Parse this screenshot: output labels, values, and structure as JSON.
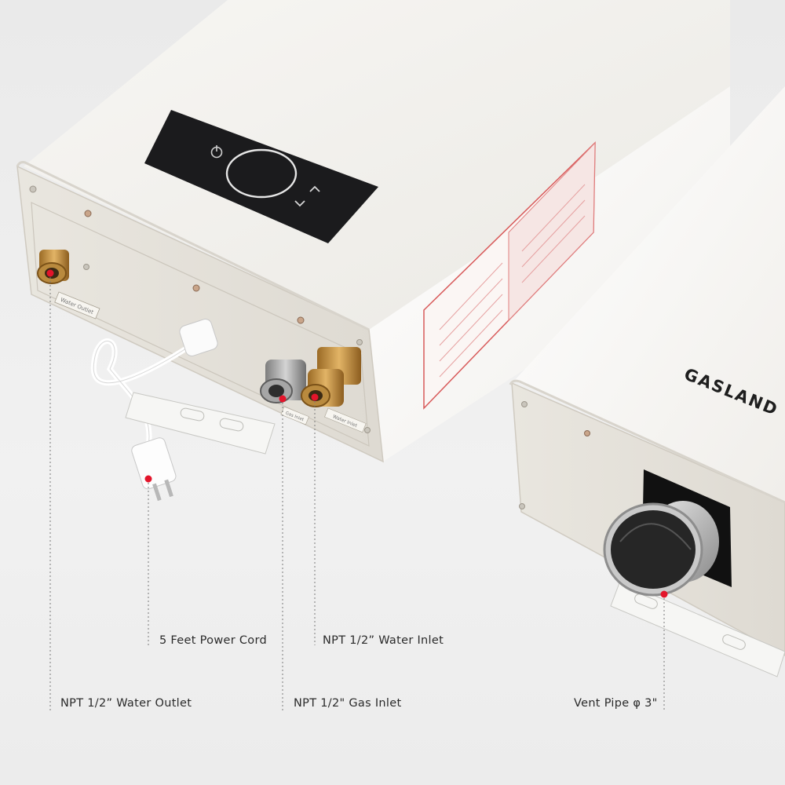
{
  "brand": "GASLAND",
  "unit_labels": {
    "water_outlet_tag": "Water Outlet",
    "gas_inlet_tag": "Gas Inlet",
    "water_inlet_tag": "Water Inlet"
  },
  "callouts": {
    "power_cord": "5 Feet Power Cord",
    "water_inlet": "NPT 1/2” Water Inlet",
    "water_outlet": "NPT 1/2” Water Outlet",
    "gas_inlet": "NPT 1/2\" Gas Inlet",
    "vent_pipe": "Vent Pipe φ 3\""
  },
  "colors": {
    "background": "#eeeeee",
    "body": "#f2f0ec",
    "control_panel": "#1b1b1d",
    "marker": "#e3152b",
    "brass": "#c99a4a",
    "text": "#2a2a2a"
  },
  "icons": [
    "power-icon",
    "dial-ring-icon",
    "arrow-up-icon",
    "arrow-down-icon"
  ]
}
